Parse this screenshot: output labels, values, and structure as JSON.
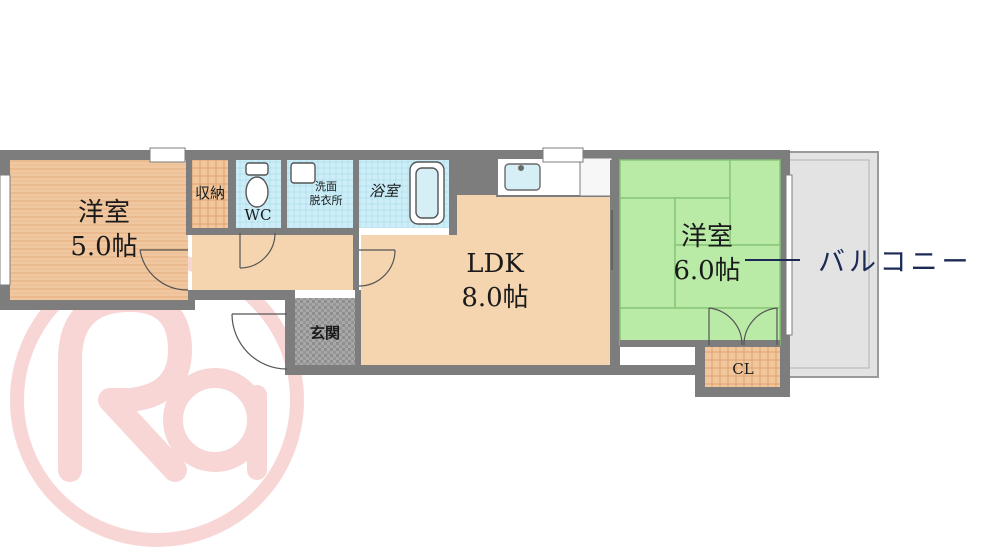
{
  "rooms": {
    "western_room_1": {
      "name": "洋室",
      "size": "5.0帖"
    },
    "storage": {
      "name": "収納"
    },
    "wc": {
      "name": "WC"
    },
    "washroom": {
      "line1": "洗面",
      "line2": "脱衣所"
    },
    "bathroom": {
      "name": "浴室"
    },
    "ldk": {
      "name": "LDK",
      "size": "8.0帖"
    },
    "entrance": {
      "name": "玄関"
    },
    "western_room_2": {
      "name": "洋室",
      "size": "6.0帖"
    },
    "closet": {
      "name": "CL"
    },
    "balcony": {
      "name": "バルコニー"
    }
  },
  "colors": {
    "wall": "#7d7d7d",
    "wood_floor": "#f1c7a0",
    "ldk_floor": "#f5d5b0",
    "tatami": "#b9eaa6",
    "tile_blue": "#cdeef8",
    "balcony_floor": "#e3e3e3",
    "watermark": "#e44a4a"
  }
}
